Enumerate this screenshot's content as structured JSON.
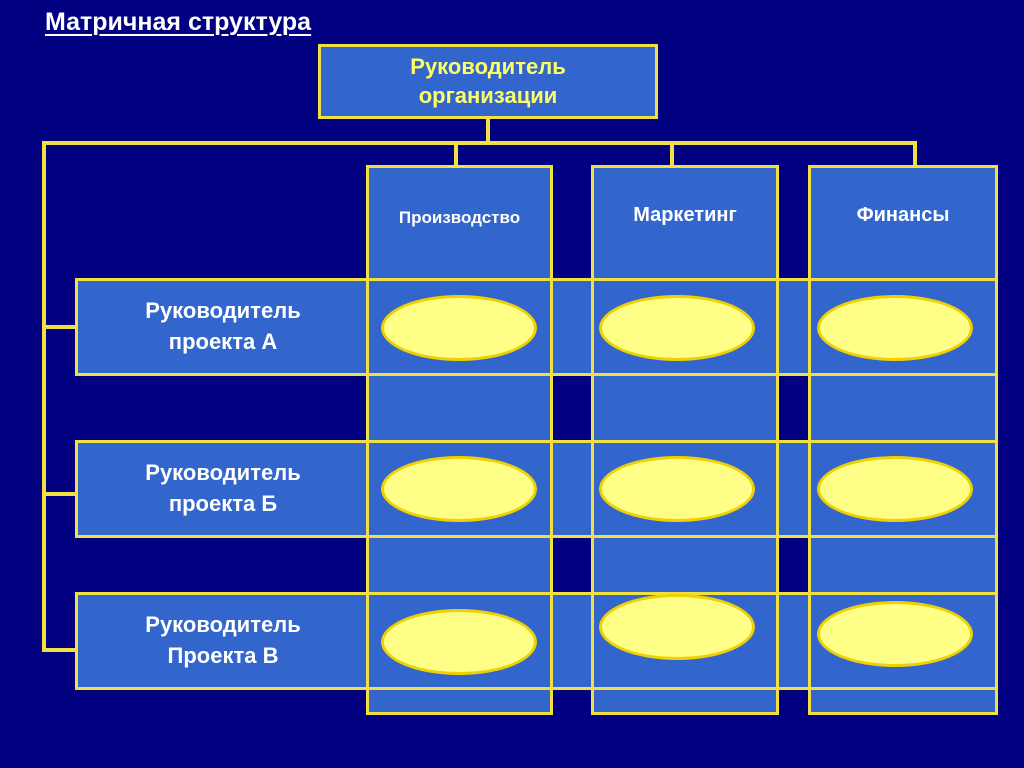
{
  "title": "Матричная структура",
  "head": {
    "label": "Руководитель организации"
  },
  "departments": [
    {
      "key": "production",
      "label": "Производство"
    },
    {
      "key": "marketing",
      "label": "Маркетинг"
    },
    {
      "key": "finance",
      "label": "Финансы"
    }
  ],
  "projects": [
    {
      "key": "a",
      "label": "Руководитель проекта А"
    },
    {
      "key": "b",
      "label": "Руководитель проекта Б"
    },
    {
      "key": "c",
      "label": "Руководитель Проекта В"
    }
  ],
  "colors": {
    "background": "#000080",
    "box_fill": "#3366cc",
    "outline": "#f0e040",
    "cell_fill": "#ffff88",
    "head_text": "#ffff66",
    "text": "#ffffff"
  }
}
